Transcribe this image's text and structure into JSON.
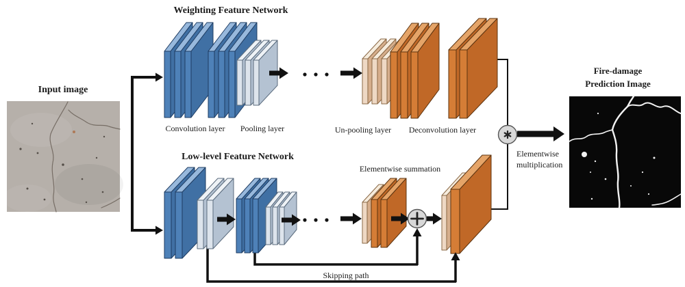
{
  "figure": {
    "input": {
      "title": "Input image"
    },
    "weighting_network": {
      "title": "Weighting Feature Network",
      "conv_label": "Convolution layer",
      "pool_label": "Pooling layer",
      "unpool_label": "Un-pooling layer",
      "deconv_label": "Deconvolution layer"
    },
    "lowlevel_network": {
      "title": "Low-level Feature Network"
    },
    "operations": {
      "summation_label": "Elementwise summation",
      "multiplication_label_line1": "Elementwise",
      "multiplication_label_line2": "multiplication",
      "skipping_label": "Skipping path"
    },
    "output": {
      "title_line1": "Fire-damage",
      "title_line2": "Prediction Image"
    }
  },
  "colors": {
    "conv_blue_front": "#4e81b8",
    "conv_blue_side": "#4070a4",
    "conv_blue_top": "#97b8dc",
    "pool_gray_front": "#dde4ec",
    "pool_gray_side": "#b4c2d2",
    "pool_gray_top": "#eef2f6",
    "deconv_orange_front": "#d57d36",
    "deconv_orange_side": "#c06827",
    "deconv_orange_top": "#e5a468",
    "unpool_tan_front": "#eed8c4",
    "unpool_tan_side": "#d6ae8c",
    "unpool_tan_top": "#f6ecdd",
    "line_black": "#111111",
    "op_circle_fill": "#d8d8d8",
    "input_photo_bg": "#b6b0aa",
    "prediction_bg": "#080808",
    "crack_white": "#f2f2f2"
  }
}
